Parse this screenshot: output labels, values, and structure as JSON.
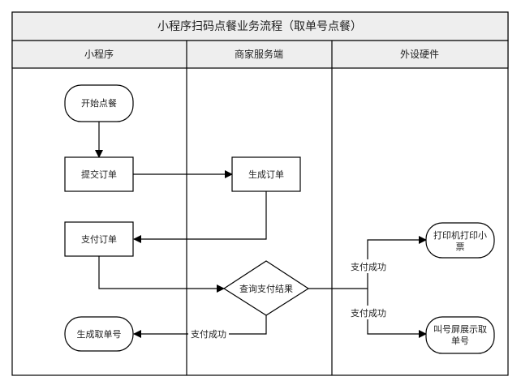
{
  "title": "小程序扫码点餐业务流程（取单号点餐）",
  "lanes": {
    "mini_program": "小程序",
    "merchant_server": "商家服务端",
    "peripheral_hardware": "外设硬件"
  },
  "nodes": {
    "start": "开始点餐",
    "submit_order": "提交订单",
    "generate_order": "生成订单",
    "pay_order": "支付订单",
    "query_payment": "查询支付结果",
    "generate_ticket": "生成取单号",
    "printer": [
      "打印机打印小",
      "票"
    ],
    "call_screen": [
      "叫号屏展示取",
      "单号"
    ]
  },
  "edge_labels": {
    "pay_success_upper": "支付成功",
    "pay_success_lower": "支付成功",
    "pay_success_left": "支付成功"
  }
}
